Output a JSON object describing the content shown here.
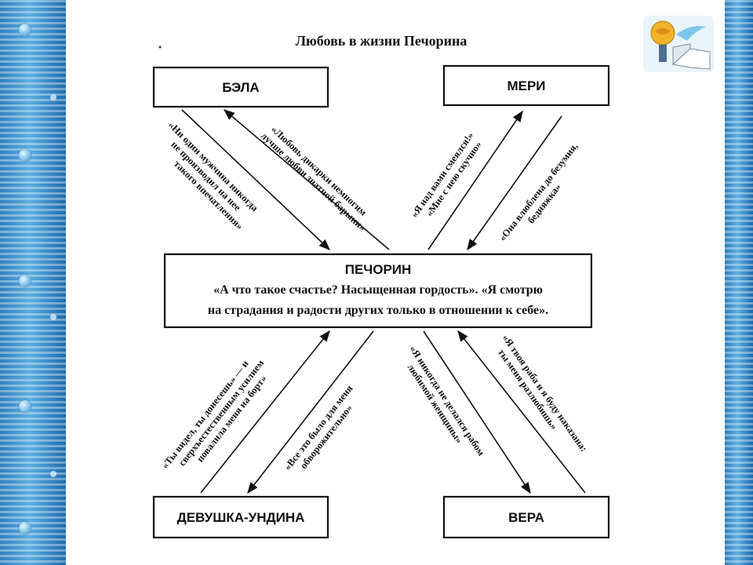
{
  "title": "Любовь в жизни Печорина",
  "nodes": {
    "bela": "БЭЛА",
    "meri": "МЕРИ",
    "undina": "ДЕВУШКА-УНДИНА",
    "vera": "ВЕРА",
    "center_title": "ПЕЧОРИН",
    "center_line1": "«А что такое счастье? Насыщенная гордость». «Я смотрю",
    "center_line2": "на страдания и радости других только в отношении к себе»."
  },
  "quotes": {
    "bela_from": [
      "«Ни один мужчина никогда",
      "не производил на нее",
      "такого впечатления»"
    ],
    "bela_to": [
      "«Любовь дикарки немногим",
      "лучше любви знатной барыни»"
    ],
    "meri_to": [
      "«Я над вами смеялся!»",
      "«Мне с нею скучно»"
    ],
    "meri_from": [
      "«Она влюблена до безумия,",
      "бедняжка»"
    ],
    "undina_from": [
      "«Ты видел, ты донесешь» — и",
      "сверхъестественным усилием",
      "повалила меня на борт»"
    ],
    "undina_to": [
      "«Все это было для меня",
      "обворожительно»"
    ],
    "vera_to": [
      "«Я никогда не делался рабом",
      "любимой женщины»"
    ],
    "vera_from": [
      "«Я твоя раба и я буду наказана:",
      "ты меня разлюбишь»"
    ]
  }
}
